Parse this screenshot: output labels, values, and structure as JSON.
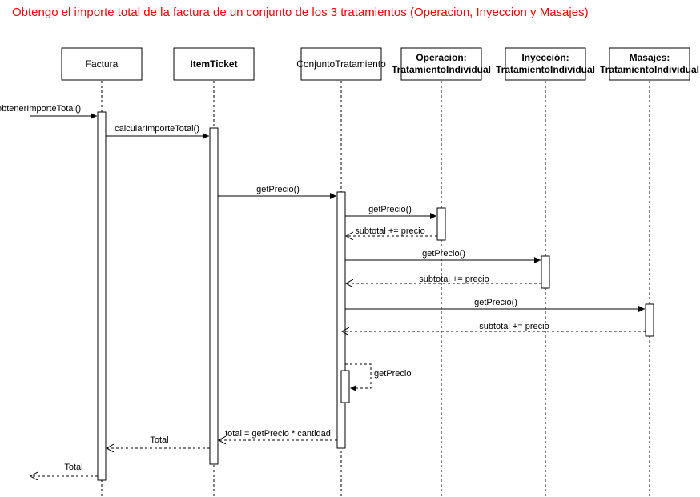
{
  "title": "Obtengo el importe total de la factura de un conjunto de los 3 tratamientos (Operacion, Inyeccion y Masajes)",
  "colors": {
    "title": "#ff0000",
    "line": "#000000",
    "background": "#ffffff"
  },
  "participants": {
    "factura": {
      "line1": "Factura",
      "line2": ""
    },
    "itemticket": {
      "line1": "ItemTicket",
      "line2": ""
    },
    "conjunto": {
      "line1": "ConjuntoTratamiento",
      "line2": ""
    },
    "operacion": {
      "line1": "Operacion:",
      "line2": "TratamientoIndividual"
    },
    "inyeccion": {
      "line1": "Inyección:",
      "line2": "TratamientoIndividual"
    },
    "masajes": {
      "line1": "Masajes:",
      "line2": "TratamientoIndividual"
    }
  },
  "messages": {
    "m1": "obtenerImporteTotal()",
    "m2": "calcularImporteTotal()",
    "m3": "getPrecio()",
    "m4": "getPrecio()",
    "r4": "subtotal += precio",
    "m5": "getPrecio()",
    "r5": "subtotal += precio",
    "m6": "getPrecio()",
    "r6": "subtotal += precio",
    "self": "getPrecio",
    "r3": "total = getPrecio * cantidad",
    "r2": "Total",
    "r1": "Total"
  }
}
